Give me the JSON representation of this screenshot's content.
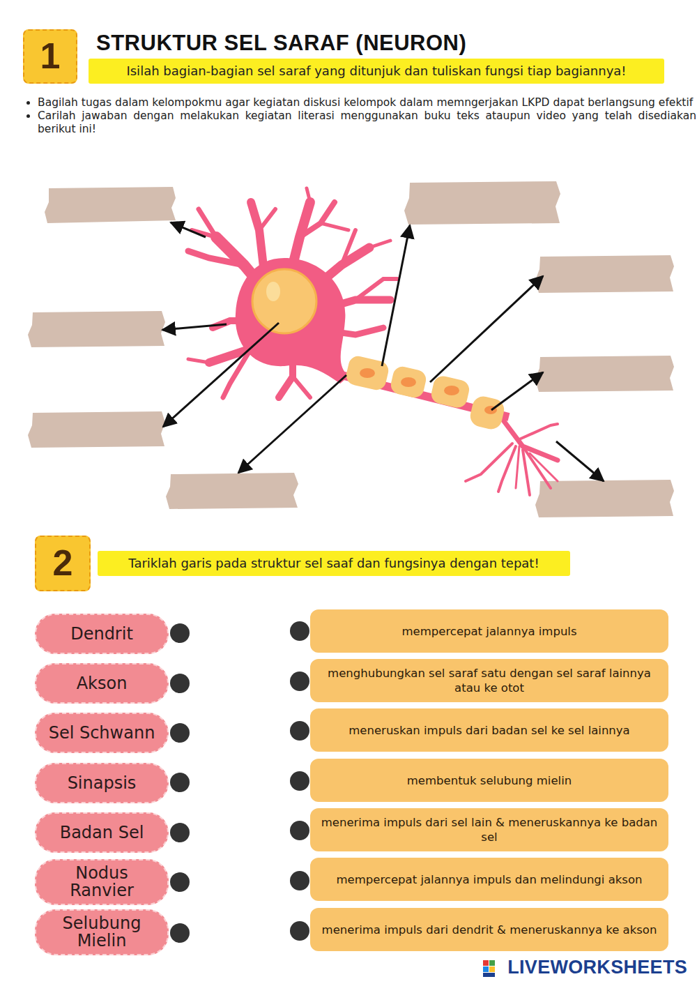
{
  "diagram": {
    "title": "STRUKTUR SEL SARAF (NEURON)",
    "nodes": [
      {
        "text": [
          "1"
        ]
      },
      {
        "text": [
          "Isilah bagian-bagian sel saraf yang ditunjuk dan tuliskan fungsi tiap bagiannya!"
        ]
      },
      {
        "text": [
          "2"
        ]
      },
      {
        "text": [
          "Tariklah garis pada struktur sel saaf dan fungsinya dengan tepat!"
        ]
      },
      {
        "text": [
          "Dendrit"
        ]
      },
      {
        "text": [
          "mempercepat jalannya impuls"
        ]
      },
      {
        "text": [
          "Akson"
        ]
      },
      {
        "text": [
          "menghubungkan sel saraf satu dengan sel saraf lainnya atau ke otot"
        ]
      },
      {
        "text": [
          "Sel Schwann"
        ]
      },
      {
        "text": [
          "meneruskan impuls dari badan sel ke sel lainnya"
        ]
      },
      {
        "text": [
          "Sinapsis"
        ]
      },
      {
        "text": [
          "membentuk selubung mielin"
        ]
      },
      {
        "text": [
          "Badan Sel"
        ]
      },
      {
        "text": [
          "menerima impuls dari sel lain & meneruskannya ke badan sel"
        ]
      },
      {
        "text": [
          "Nodus Ranvier"
        ]
      },
      {
        "text": [
          "mempercepat jalannya impuls dan melindungi akson"
        ]
      },
      {
        "text": [
          "Selubung Mielin"
        ]
      },
      {
        "text": [
          "menerima impuls dari dendrit & meneruskannya ke akson"
        ]
      }
    ],
    "labels": [
      "Bagilah tugas dalam kelompokmu agar kegiatan diskusi kelompok dalam memngerjakan LKPD dapat berlangsung efektif",
      "Carilah jawaban dengan melakukan kegiatan literasi menggunakan buku teks ataupun video yang telah disediakan berikut ini!",
      "LIVEWORKSHEETS"
    ]
  }
}
